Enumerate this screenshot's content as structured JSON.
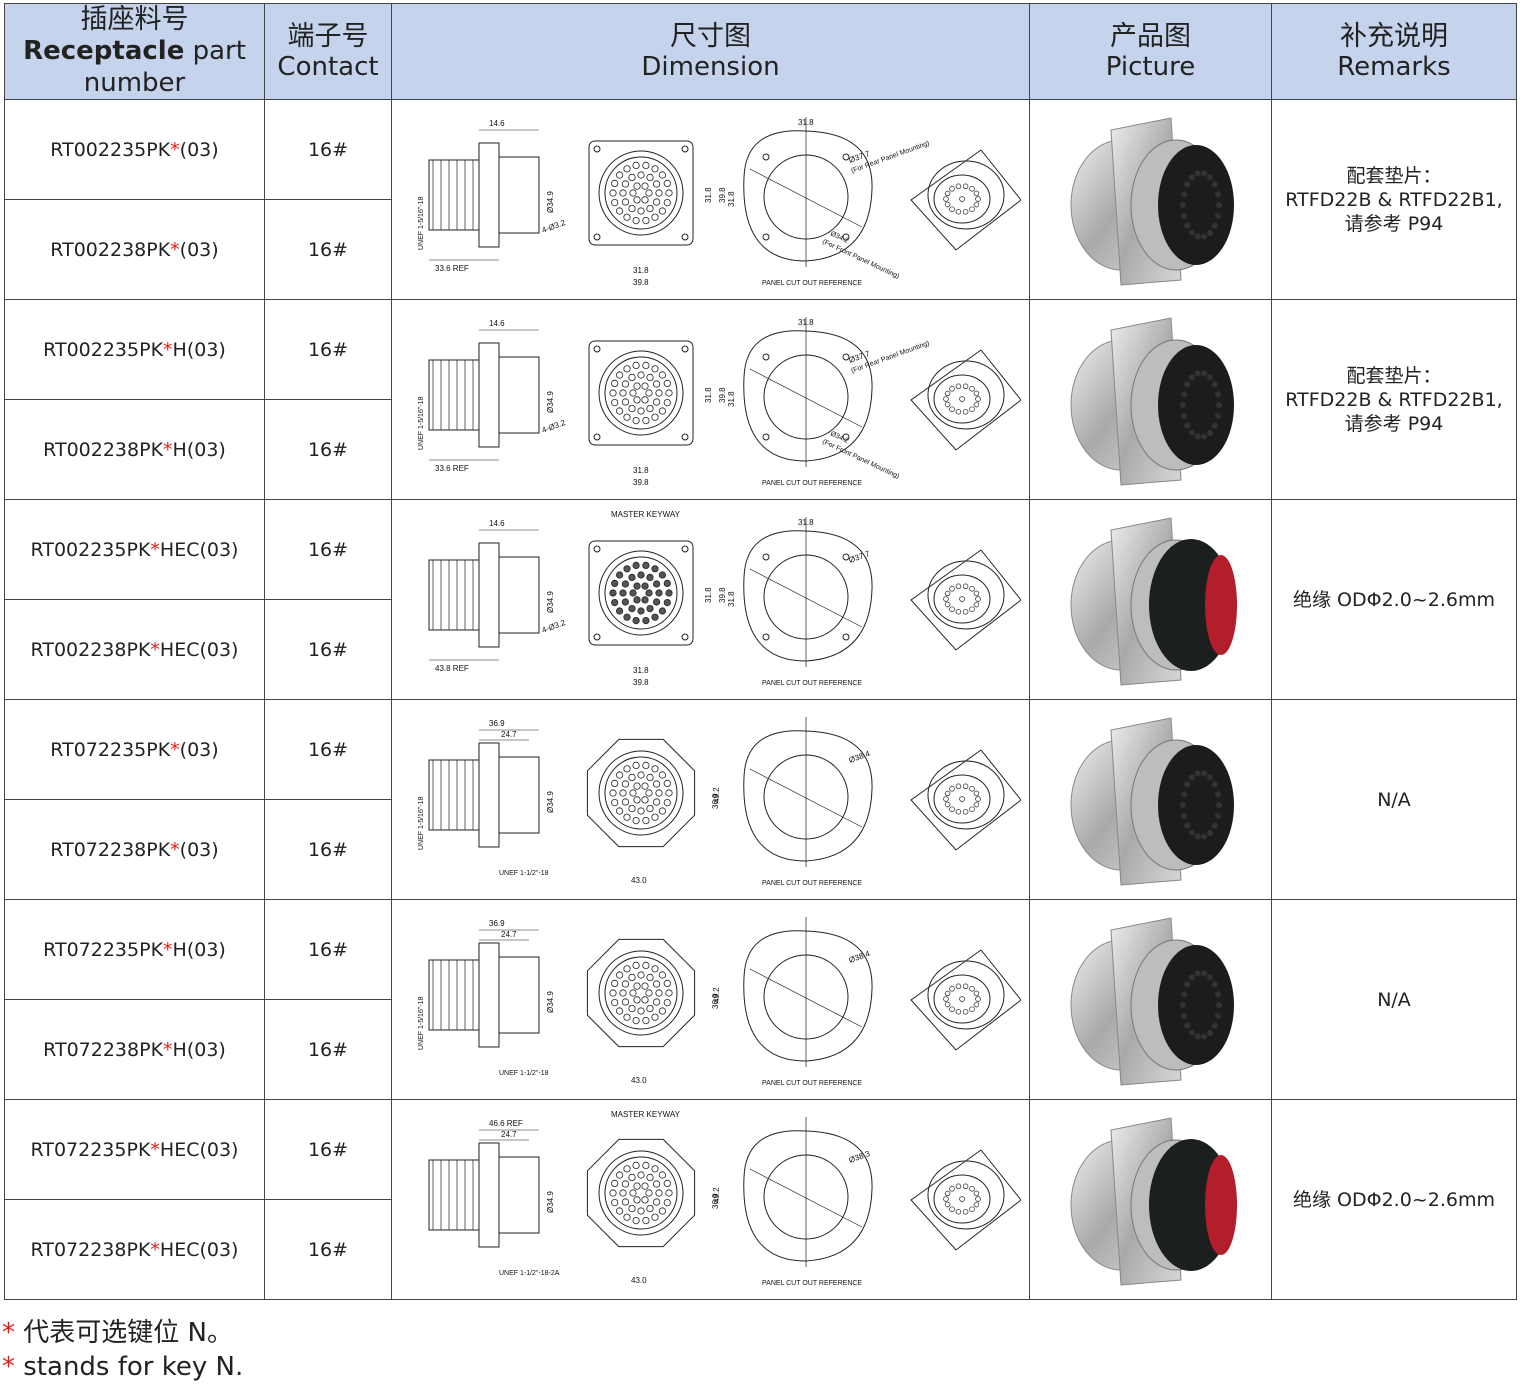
{
  "headers": {
    "part_zh": "插座料号",
    "part_en_bold": "Receptacle",
    "part_en_rest": "part number",
    "contact_zh": "端子号",
    "contact_en": "Contact",
    "dimension_zh": "尺寸图",
    "dimension_en": "Dimension",
    "picture_zh": "产品图",
    "picture_en": "Picture",
    "remarks_zh": "补充说明",
    "remarks_en": "Remarks"
  },
  "groups": [
    {
      "rows": [
        {
          "prefix": "RT002235PK",
          "suffix": "(03)",
          "contact": "16#"
        },
        {
          "prefix": "RT002238PK",
          "suffix": "(03)",
          "contact": "16#"
        }
      ],
      "remark_lines": [
        "配套垫片：",
        "RTFD22B & RTFD22B1,",
        "请参考 P94"
      ],
      "drawing": {
        "length": "14.6",
        "ref": "33.6 REF",
        "dia": "Ø34.9",
        "thread": "UNEF 1-5/16\"-18",
        "holes": "4-Ø3.2",
        "inner": "31.8",
        "outer": "39.8",
        "panel": "PANEL CUT OUT REFERENCE",
        "d1": "Ø37.7",
        "d1note": "(For Rear Panel Mounting)",
        "d2": "Ø34.2",
        "d2note": "(For Front Panel Mounting)"
      },
      "picture": {
        "body": "silver",
        "insert": "black"
      }
    },
    {
      "rows": [
        {
          "prefix": "RT002235PK",
          "suffix": "H(03)",
          "contact": "16#"
        },
        {
          "prefix": "RT002238PK",
          "suffix": "H(03)",
          "contact": "16#"
        }
      ],
      "remark_lines": [
        "配套垫片：",
        "RTFD22B & RTFD22B1,",
        "请参考 P94"
      ],
      "drawing": {
        "length": "14.6",
        "ref": "33.6 REF",
        "dia": "Ø34.9",
        "thread": "UNEF 1-5/16\"-18",
        "holes": "4-Ø3.2",
        "inner": "31.8",
        "outer": "39.8",
        "panel": "PANEL CUT OUT REFERENCE",
        "d1": "Ø37.7",
        "d1note": "(For Rear Panel Mounting)",
        "d2": "Ø34.2",
        "d2note": "(For Front Panel Mounting)"
      },
      "picture": {
        "body": "silver",
        "insert": "black"
      }
    },
    {
      "rows": [
        {
          "prefix": "RT002235PK",
          "suffix": "HEC(03)",
          "contact": "16#"
        },
        {
          "prefix": "RT002238PK",
          "suffix": "HEC(03)",
          "contact": "16#"
        }
      ],
      "remark_lines": [
        "绝缘 ODΦ2.0~2.6mm"
      ],
      "drawing": {
        "length": "14.6",
        "ref": "43.8 REF",
        "dia": "Ø34.9",
        "keyway": "MASTER KEYWAY",
        "holes": "4-Ø3.2",
        "inner": "31.8",
        "outer": "39.8",
        "panel": "PANEL CUT OUT REFERENCE",
        "d1": "Ø37.7"
      },
      "picture": {
        "body": "silver",
        "insert": "red"
      }
    },
    {
      "rows": [
        {
          "prefix": "RT072235PK",
          "suffix": "(03)",
          "contact": "16#"
        },
        {
          "prefix": "RT072238PK",
          "suffix": "(03)",
          "contact": "16#"
        }
      ],
      "remark_lines": [
        "N/A"
      ],
      "drawing": {
        "length": "36.9",
        "length2": "24.7",
        "dia": "Ø34.9",
        "thread": "UNEF 1-5/16\"-18",
        "thread2": "UNEF 1-1/2\"-18",
        "flat": "43.0",
        "hex": "49.2",
        "panel": "PANEL CUT OUT REFERENCE",
        "d1": "Ø38.4",
        "d2": "36.9"
      },
      "picture": {
        "body": "silver",
        "insert": "black"
      }
    },
    {
      "rows": [
        {
          "prefix": "RT072235PK",
          "suffix": "H(03)",
          "contact": "16#"
        },
        {
          "prefix": "RT072238PK",
          "suffix": "H(03)",
          "contact": "16#"
        }
      ],
      "remark_lines": [
        "N/A"
      ],
      "drawing": {
        "length": "36.9",
        "length2": "24.7",
        "dia": "Ø34.9",
        "thread": "UNEF 1-5/16\"-18",
        "thread2": "UNEF 1-1/2\"-18",
        "flat": "43.0",
        "hex": "49.2",
        "panel": "PANEL CUT OUT REFERENCE",
        "d1": "Ø38.4",
        "d2": "36.9"
      },
      "picture": {
        "body": "silver",
        "insert": "black"
      }
    },
    {
      "rows": [
        {
          "prefix": "RT072235PK",
          "suffix": "HEC(03)",
          "contact": "16#"
        },
        {
          "prefix": "RT072238PK",
          "suffix": "HEC(03)",
          "contact": "16#"
        }
      ],
      "remark_lines": [
        "绝缘 ODΦ2.0~2.6mm"
      ],
      "drawing": {
        "length": "46.6 REF",
        "length2": "24.7",
        "dia": "Ø34.9",
        "thread2": "UNEF 1-1/2\"-18-2A",
        "keyway": "MASTER KEYWAY",
        "flat": "43.0",
        "hex": "49.2",
        "panel": "PANEL CUT OUT REFERENCE",
        "d1": "Ø38.3",
        "d2": "36.9"
      },
      "picture": {
        "body": "silver",
        "insert": "red"
      }
    }
  ],
  "footnotes": [
    {
      "star": "*",
      "text": " 代表可选键位 N。"
    },
    {
      "star": "*",
      "text": " stands for key N."
    }
  ],
  "colors": {
    "header_bg": "#c5d3ec",
    "star": "#e0201a",
    "border": "#444444"
  }
}
